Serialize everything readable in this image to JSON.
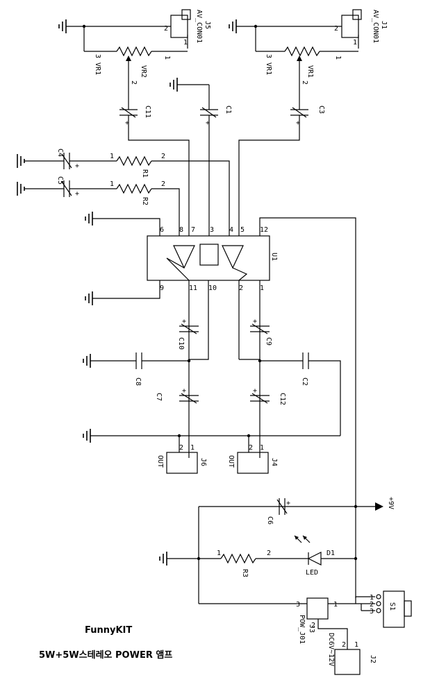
{
  "labels": {
    "J5": "J5",
    "J5_part": "AV_CON01",
    "J1": "J1",
    "J1_part": "AV_CON01",
    "VR2": "VR2",
    "VR1": "VR1",
    "VR1b": "VR1",
    "VR1c": "VR1",
    "C11": "C11",
    "C1": "C1",
    "C3": "C3",
    "C4": "C4",
    "C5": "C5",
    "R1": "R1",
    "R2": "R2",
    "U1": "U1",
    "C10": "C10",
    "C9": "C9",
    "C8": "C8",
    "C2": "C2",
    "C7": "C7",
    "C12": "C12",
    "J6": "J6",
    "J4": "J4",
    "OUT1": "OUT",
    "OUT2": "OUT",
    "C6": "C6",
    "plus9v": "+9V",
    "R3": "R3",
    "D1": "D1",
    "LED": "LED",
    "J3": "J3",
    "J3_part": "POW_J01",
    "J2": "J2",
    "J2_part": "DC6V~12V",
    "S1": "S1"
  },
  "pins": {
    "p1": "1",
    "p2": "2",
    "p3": "3",
    "p4": "4",
    "p5": "5",
    "p6": "6",
    "p7": "7",
    "p8": "8",
    "p9": "9",
    "p10": "10",
    "p11": "11",
    "p12": "12",
    "p3vr1": "3 VR1",
    "plus": "+"
  },
  "title": {
    "brand": "FunnyKIT",
    "subtitle": "5W+5W스테레오 POWER 앰프"
  }
}
